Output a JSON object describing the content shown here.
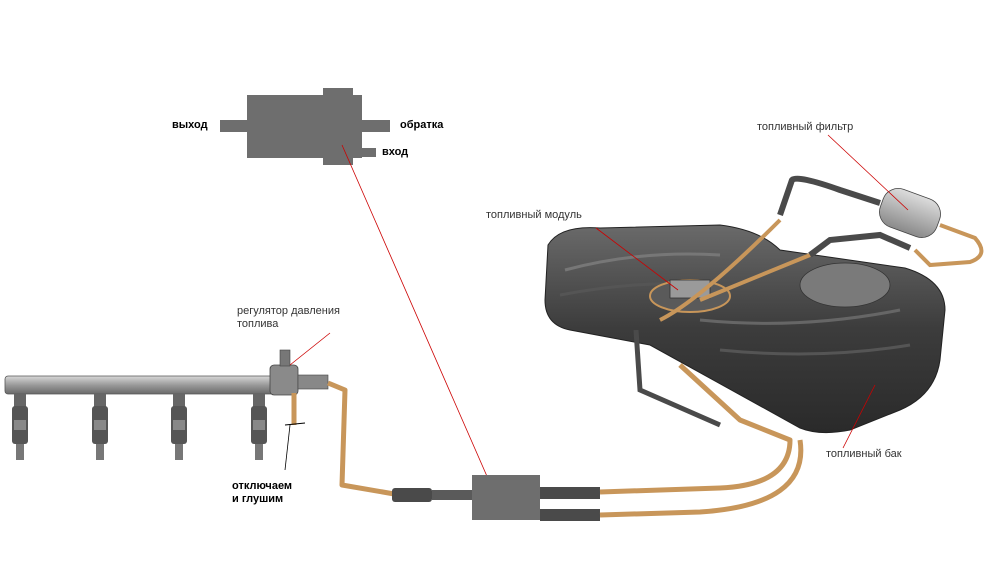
{
  "labels": {
    "vykhod": "выход",
    "obratka": "обратка",
    "vkhod": "вход",
    "fuel_filter": "топливный фильтр",
    "fuel_module": "топливный модуль",
    "pressure_regulator": "регулятор давления\nтоплива",
    "disconnect_plug": "отключаем\nи глушим",
    "fuel_tank": "топливный бак"
  },
  "colors": {
    "block_gray": "#6e6e6e",
    "fuel_line_copper": "#c8965a",
    "hose_dark": "#4a4a4a",
    "tank_dark": "#3a3a3a",
    "leader_red": "#cc0000"
  }
}
